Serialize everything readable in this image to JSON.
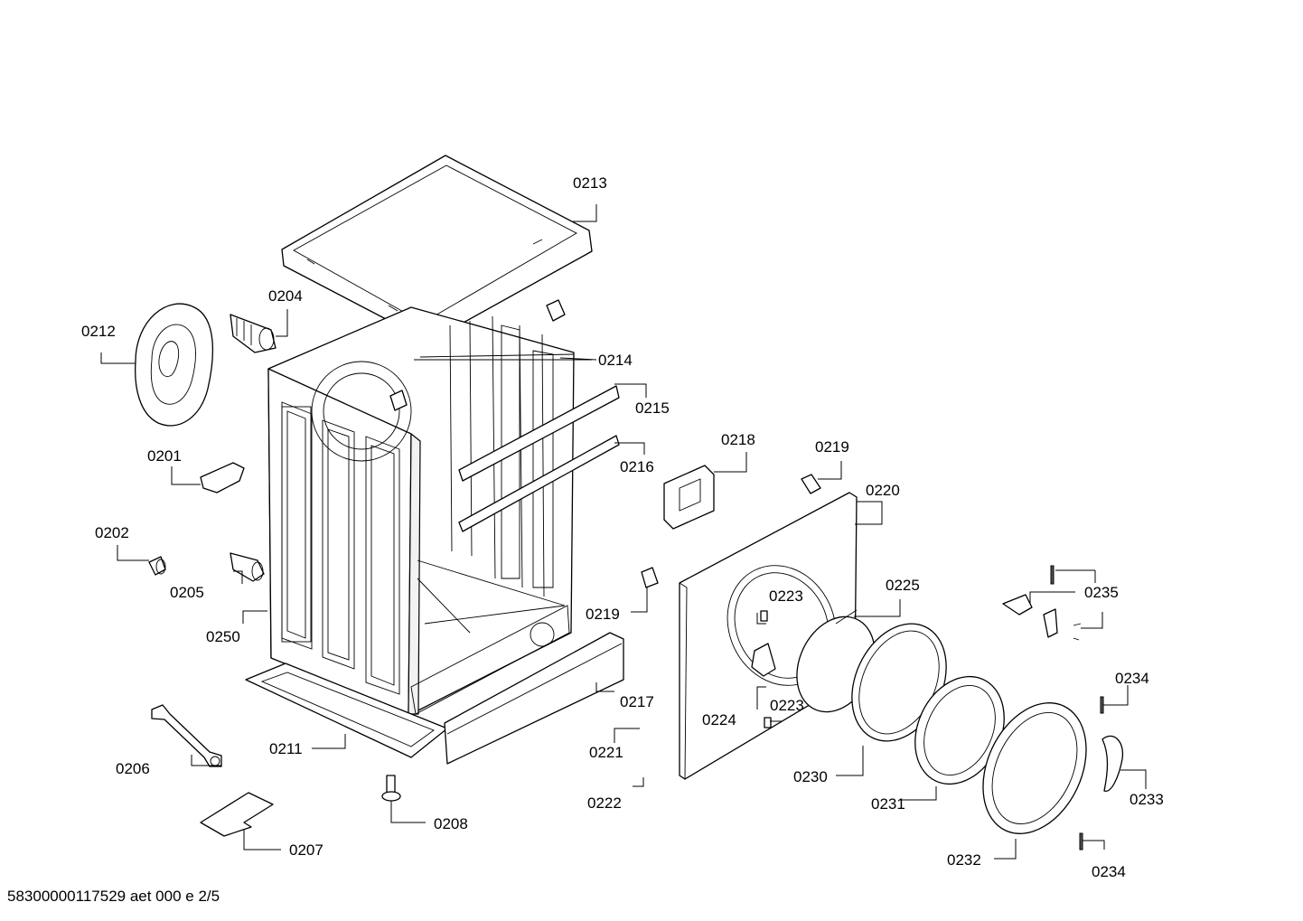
{
  "labels": {
    "p0201": "0201",
    "p0202": "0202",
    "p0204": "0204",
    "p0205": "0205",
    "p0206": "0206",
    "p0207": "0207",
    "p0208": "0208",
    "p0211": "0211",
    "p0212": "0212",
    "p0213": "0213",
    "p0214": "0214",
    "p0215": "0215",
    "p0216": "0216",
    "p0217": "0217",
    "p0218": "0218",
    "p0219a": "0219",
    "p0219b": "0219",
    "p0220": "0220",
    "p0221": "0221",
    "p0222": "0222",
    "p0223a": "0223",
    "p0223b": "0223",
    "p0224": "0224",
    "p0225": "0225",
    "p0230": "0230",
    "p0231": "0231",
    "p0232": "0232",
    "p0233": "0233",
    "p0234a": "0234",
    "p0234b": "0234",
    "p0235": "0235",
    "p0250": "0250"
  },
  "footer": "58300000117529 aet 000 e 2/5"
}
